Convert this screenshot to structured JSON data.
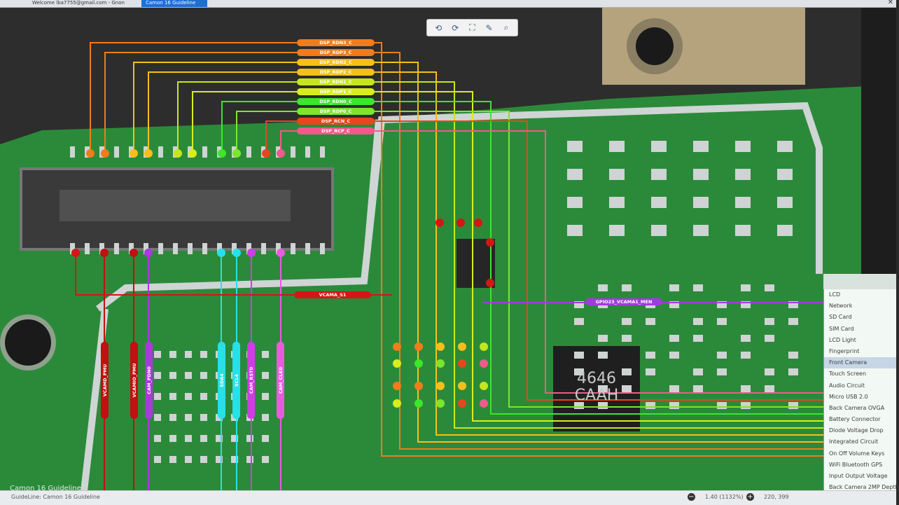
{
  "browser": {
    "tabs": [
      {
        "label": "Welcome lba7755@gmail.com - Gnon"
      },
      {
        "label": "Camon 16 Guideline"
      }
    ]
  },
  "toolbar": {
    "icons": [
      "rotate-left-icon",
      "rotate-right-icon",
      "fit-screen-icon",
      "pen-tool-icon",
      "search-icon"
    ]
  },
  "signal_labels": {
    "top": [
      {
        "text": "DSP_RDN3_C",
        "color": "#f07c1c"
      },
      {
        "text": "DSP_RDP3_C",
        "color": "#f07c1c"
      },
      {
        "text": "DSP_RDN2_C",
        "color": "#f6bf1a"
      },
      {
        "text": "DSP_RDP2_C",
        "color": "#f6bf1a"
      },
      {
        "text": "DSP_RDN1_C",
        "color": "#c6e61c"
      },
      {
        "text": "DSP_RDP1_C",
        "color": "#d8ee1c"
      },
      {
        "text": "DSP_RDN0_C",
        "color": "#3ce62c"
      },
      {
        "text": "DSP_RDP0_C",
        "color": "#7ce62c"
      },
      {
        "text": "DSP_RCN_C",
        "color": "#e8461c"
      },
      {
        "text": "DSP_RCP_C",
        "color": "#f05a8c"
      }
    ],
    "vcama": {
      "text": "VCAMA_S1",
      "color": "#d41616"
    },
    "gpio": {
      "text": "GPIO23_VCAMA1_MEN",
      "color": "#a33ae0"
    },
    "vertical": [
      {
        "text": "VCAMD_PMU",
        "color": "#c01010"
      },
      {
        "text": "VCAMIO_PMU",
        "color": "#c01010"
      },
      {
        "text": "CAM_PDN0",
        "color": "#a83ae0"
      },
      {
        "text": "SDA4",
        "color": "#26e0ea"
      },
      {
        "text": "SCL4",
        "color": "#26e0ea"
      },
      {
        "text": "CAM_RST0",
        "color": "#d23ae8"
      },
      {
        "text": "CAM_CLK0",
        "color": "#ea5ae0"
      }
    ]
  },
  "chip": {
    "line1": "4646",
    "line2": "CAAH"
  },
  "board_label": "Camon 16 Guideline",
  "menu": {
    "items": [
      "LCD",
      "Network",
      "SD Card",
      "SIM Card",
      "LCD Light",
      "Fingerprint",
      "Front Camera",
      "Touch Screen",
      "Audio Circuit",
      "Micro USB 2.0",
      "Back Camera OVGA",
      "Battery Connector",
      "Diode Voltage Drop",
      "Integrated Circuit",
      "On Off Volume Keys",
      "WiFi Bluetooth GPS",
      "Input Output Voltage",
      "Back Camera 2MP Depth"
    ],
    "active_index": 6
  },
  "status": {
    "text": "GuideLine: Camon 16 Guideline",
    "zoom_minus": "−",
    "zoom": "1.40 (1132%)",
    "zoom_plus": "+",
    "coords": "220, 399"
  },
  "colors": {
    "pcb": "#2b8a3a",
    "pcb_dark": "#1f6e2c",
    "accent": "#1f6fd1"
  }
}
